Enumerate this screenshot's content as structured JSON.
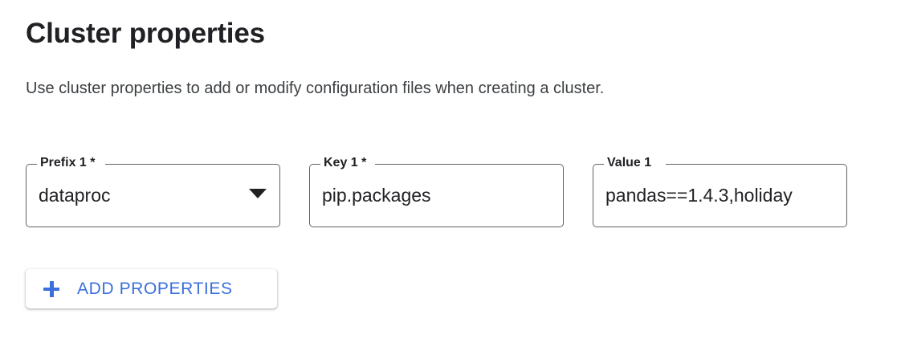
{
  "section": {
    "title": "Cluster properties",
    "description": "Use cluster properties to add or modify configuration files when creating a cluster."
  },
  "fields": [
    {
      "name": "prefix-1",
      "label": "Prefix 1 *",
      "value": "dataproc",
      "control": "select",
      "icon": "chevron-down-icon",
      "required": true
    },
    {
      "name": "key-1",
      "label": "Key 1 *",
      "value": "pip.packages",
      "control": "text",
      "required": true
    },
    {
      "name": "value-1",
      "label": "Value 1",
      "value": "pandas==1.4.3,holiday",
      "control": "text",
      "required": false
    }
  ],
  "add_button": {
    "label": "ADD PROPERTIES",
    "icon": "plus-icon",
    "color": "#3b6fdb"
  },
  "colors": {
    "background": "#ffffff",
    "text": "#202124",
    "secondary_text": "#3c4043",
    "field_border": "#5f6368",
    "accent": "#3b6fdb"
  }
}
